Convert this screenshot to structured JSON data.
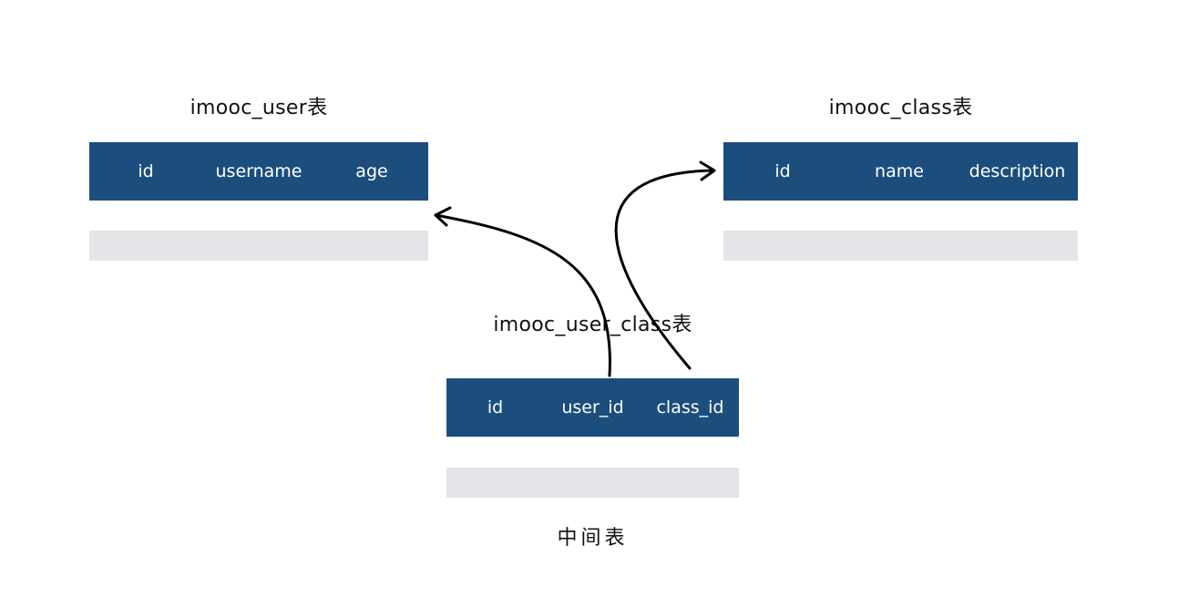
{
  "tables": {
    "user": {
      "title": "imooc_user表",
      "columns": [
        "id",
        "username",
        "age"
      ]
    },
    "class": {
      "title": "imooc_class表",
      "columns": [
        "id",
        "name",
        "description"
      ]
    },
    "user_class": {
      "title": "imooc_user_class表",
      "columns": [
        "id",
        "user_id",
        "class_id"
      ],
      "caption": "中间表"
    }
  },
  "colors": {
    "header_bg": "#1c4e7d",
    "header_text": "#ffffff",
    "empty_row": "#e4e5e8",
    "arrow": "#000000"
  }
}
